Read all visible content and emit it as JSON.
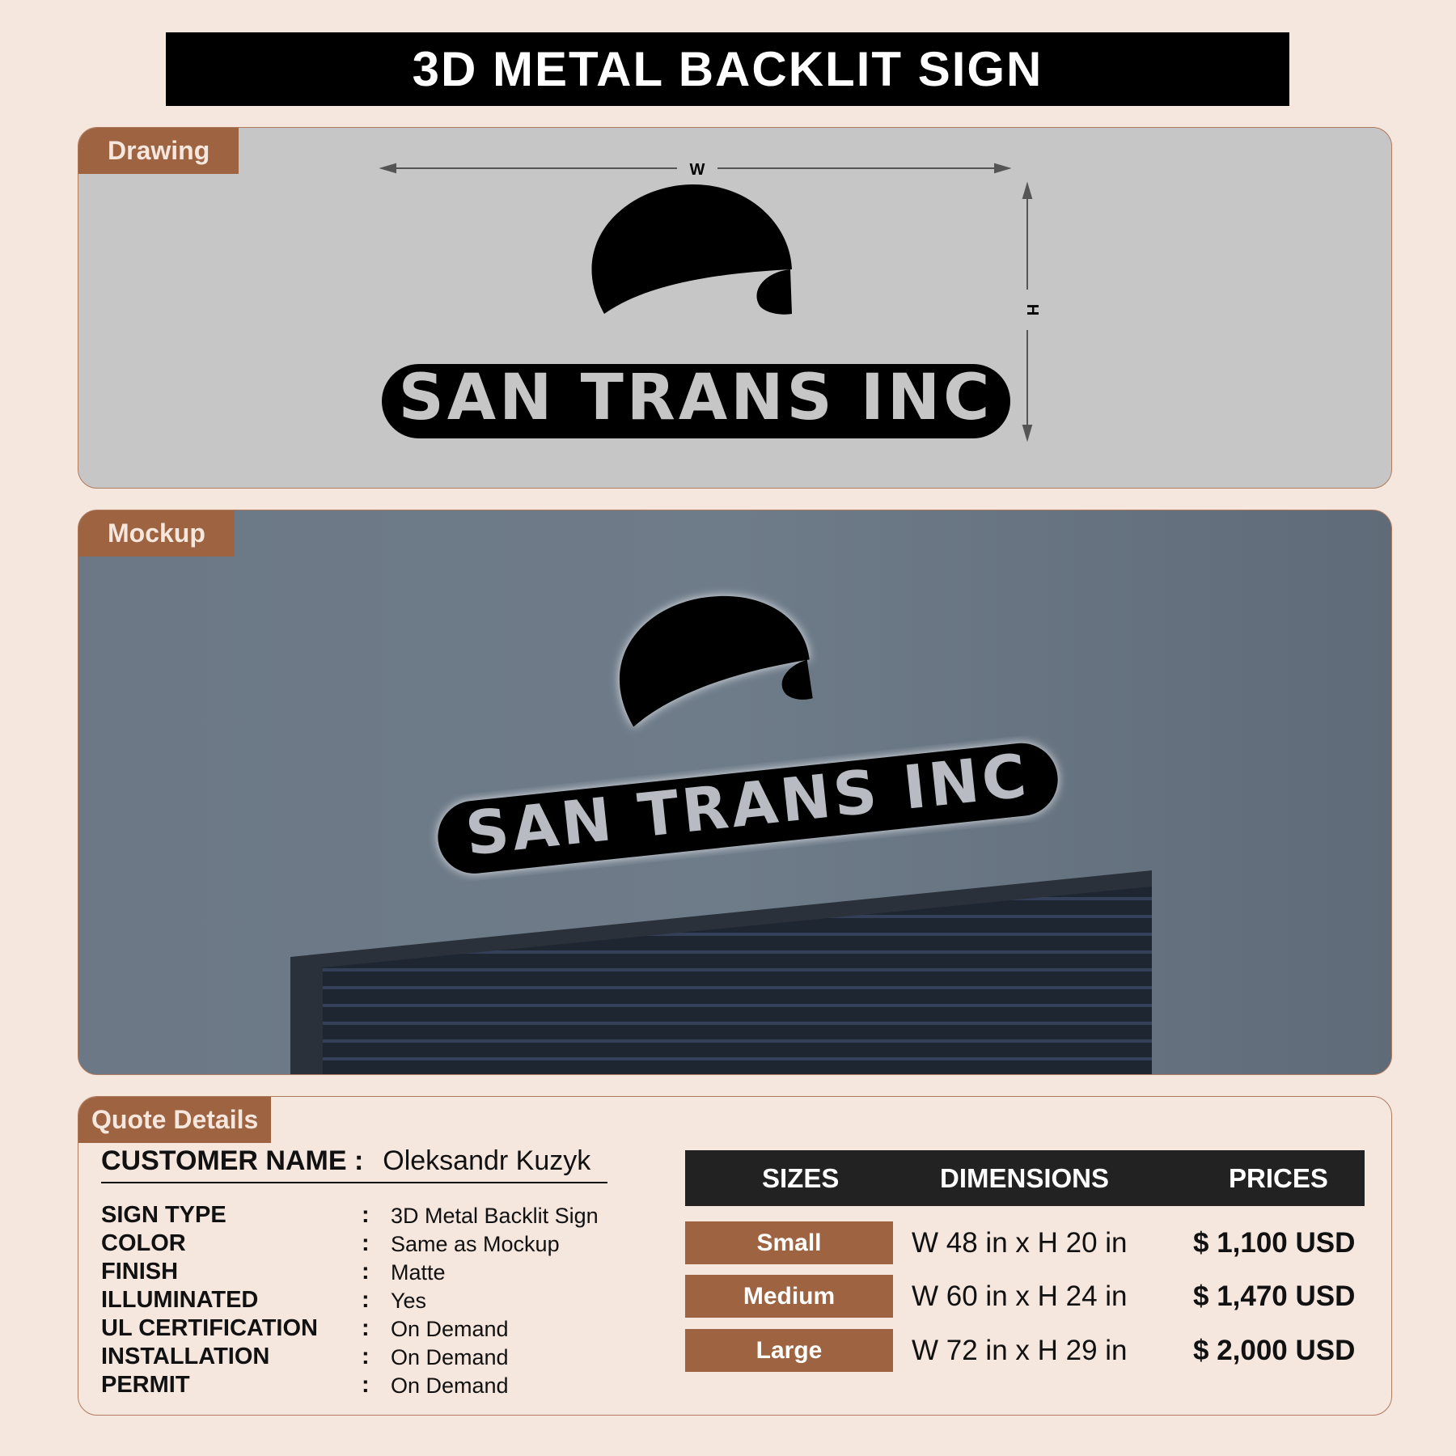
{
  "title": "3D METAL BACKLIT SIGN",
  "drawing": {
    "label": "Drawing",
    "w": "W",
    "h": "H",
    "sign_text": "SAN TRANS INC"
  },
  "mockup": {
    "label": "Mockup",
    "sign_text": "SAN TRANS INC"
  },
  "quote": {
    "label": "Quote Details",
    "customer_label": "CUSTOMER NAME :",
    "customer_name": "Oleksandr Kuzyk",
    "specs": [
      {
        "k": "SIGN TYPE",
        "v": "3D Metal Backlit Sign"
      },
      {
        "k": "COLOR",
        "v": "Same as Mockup"
      },
      {
        "k": "FINISH",
        "v": "Matte"
      },
      {
        "k": "ILLUMINATED",
        "v": "Yes"
      },
      {
        "k": "UL CERTIFICATION",
        "v": "On Demand"
      },
      {
        "k": "INSTALLATION",
        "v": "On Demand"
      },
      {
        "k": "PERMIT",
        "v": "On Demand"
      }
    ],
    "table": {
      "headers": [
        "SIZES",
        "DIMENSIONS",
        "PRICES"
      ],
      "rows": [
        {
          "size": "Small",
          "dim": "W 48 in x H 20 in",
          "price": "$ 1,100 USD"
        },
        {
          "size": "Medium",
          "dim": "W 60 in x H 24 in",
          "price": "$ 1,470 USD"
        },
        {
          "size": "Large",
          "dim": "W 72 in x H 29 in",
          "price": "$ 2,000 USD"
        }
      ]
    }
  },
  "colors": {
    "accent": "#9e6341",
    "background": "#f5e6de"
  }
}
